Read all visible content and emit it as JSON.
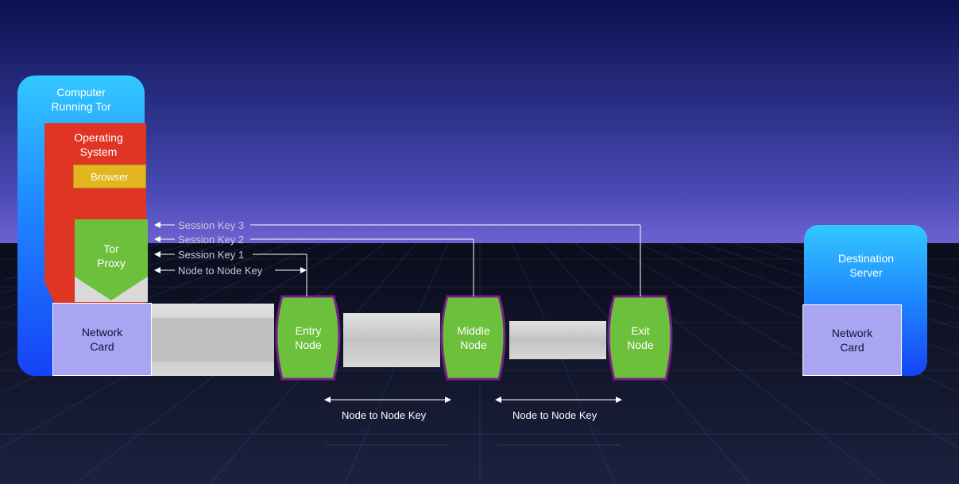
{
  "computer": {
    "label": "Computer\nRunning Tor"
  },
  "os": {
    "label": "Operating\nSystem"
  },
  "browser": {
    "label": "Browser"
  },
  "tor_proxy": {
    "label": "Tor\nProxy"
  },
  "network_card_client": {
    "label": "Network\nCard"
  },
  "nodes": [
    {
      "id": "entry",
      "label": "Entry\nNode"
    },
    {
      "id": "middle",
      "label": "Middle\nNode"
    },
    {
      "id": "exit",
      "label": "Exit\nNode"
    }
  ],
  "destination": {
    "label": "Destination\nServer",
    "network_card_label": "Network\nCard"
  },
  "session_keys": [
    {
      "label": "Session Key 3",
      "target": "exit"
    },
    {
      "label": "Session Key 2",
      "target": "middle"
    },
    {
      "label": "Session Key 1",
      "target": "entry"
    },
    {
      "label": "Node to Node Key",
      "target": "entry"
    }
  ],
  "hop_keys": [
    {
      "label": "Node to Node Key",
      "between": [
        "entry",
        "middle"
      ]
    },
    {
      "label": "Node to Node Key",
      "between": [
        "middle",
        "exit"
      ]
    }
  ],
  "colors": {
    "computer": "#1f86ff",
    "operating_system": "#e03525",
    "browser": "#e3b51f",
    "tor_proxy": "#6cc03c",
    "node": "#6cc03c",
    "node_border": "#7a1f8a",
    "network_card": "#a9a5f2",
    "pipe": "#c8c8c8"
  }
}
